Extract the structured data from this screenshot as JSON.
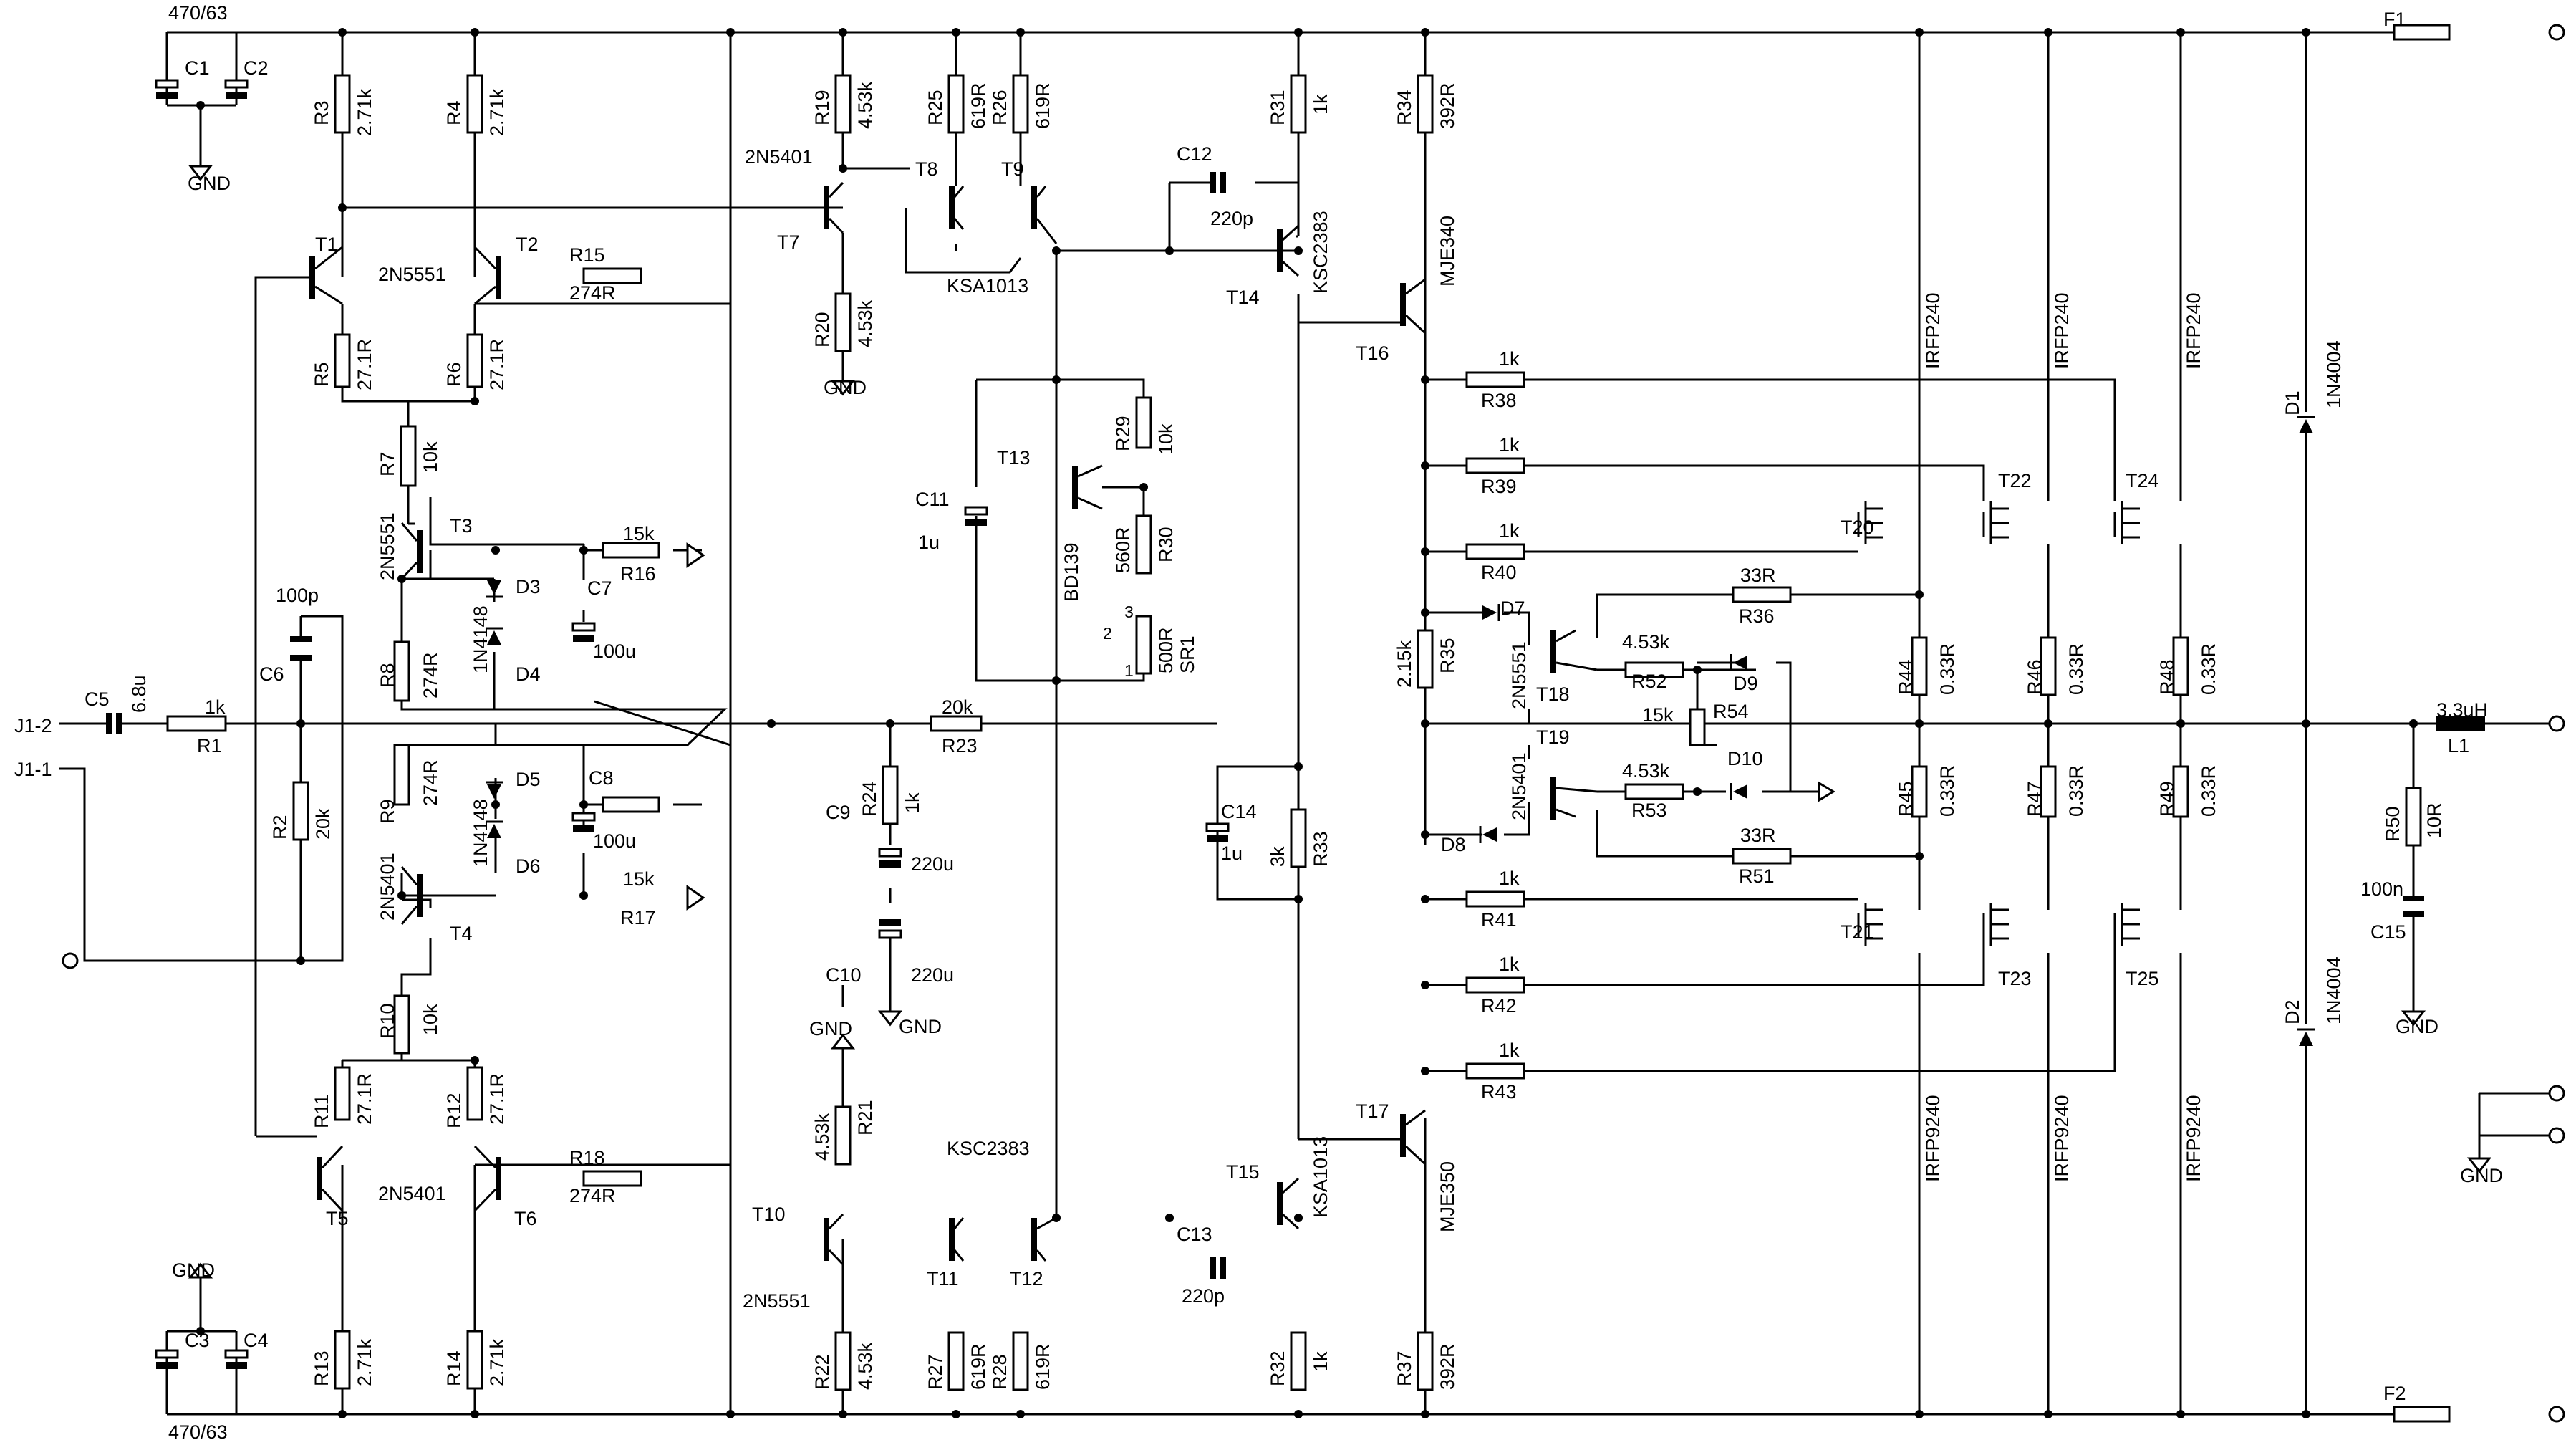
{
  "caps": {
    "supply_top": "470/63",
    "supply_bot": "470/63"
  },
  "labels": {
    "gnd": "GND",
    "j12": "J1-2",
    "j11": "J1-1",
    "f1": "F1",
    "f2": "F2",
    "l1": "L1",
    "l1v": "3.3uH",
    "c1": "C1",
    "c2": "C2",
    "c3": "C3",
    "c4": "C4",
    "c5": "C5",
    "c5v": "6.8u",
    "c6": "C6",
    "c6v": "100p",
    "c7": "C7",
    "c7v": "100u",
    "c8": "C8",
    "c8v": "100u",
    "c9": "C9",
    "c9v": "220u",
    "c10": "C10",
    "c10v": "220u",
    "c11": "C11",
    "c11v": "1u",
    "c12": "C12",
    "c12v": "220p",
    "c13": "C13",
    "c13v": "220p",
    "c14": "C14",
    "c14v": "1u",
    "c15": "C15",
    "c15v": "100n",
    "r1": "R1",
    "r1v": "1k",
    "r2": "R2",
    "r2v": "20k",
    "r3": "R3",
    "r3v": "2.71k",
    "r4": "R4",
    "r4v": "2.71k",
    "r5": "R5",
    "r5v": "27.1R",
    "r6": "R6",
    "r6v": "27.1R",
    "r7": "R7",
    "r7v": "10k",
    "r8": "R8",
    "r8v": "274R",
    "r9": "R9",
    "r9v": "274R",
    "r10": "R10",
    "r10v": "10k",
    "r11": "R11",
    "r11v": "27.1R",
    "r12": "R12",
    "r12v": "27.1R",
    "r13": "R13",
    "r13v": "2.71k",
    "r14": "R14",
    "r14v": "2.71k",
    "r15": "R15",
    "r15v": "274R",
    "r16": "R16",
    "r16v": "15k",
    "r17": "R17",
    "r17v": "15k",
    "r18": "R18",
    "r18v": "274R",
    "r19": "R19",
    "r19v": "4.53k",
    "r20": "R20",
    "r20v": "4.53k",
    "r21": "R21",
    "r21v": "4.53k",
    "r22": "R22",
    "r22v": "4.53k",
    "r23": "R23",
    "r23v": "20k",
    "r24": "R24",
    "r24v": "1k",
    "r25": "R25",
    "r25v": "619R",
    "r26": "R26",
    "r26v": "619R",
    "r27": "R27",
    "r27v": "619R",
    "r28": "R28",
    "r28v": "619R",
    "r29": "R29",
    "r29v": "10k",
    "r30": "R30",
    "r30v": "560R",
    "r31": "R31",
    "r31v": "1k",
    "r32": "R32",
    "r32v": "1k",
    "r33": "R33",
    "r33v": "3k",
    "r34": "R34",
    "r34v": "392R",
    "r35": "R35",
    "r35v": "2.15k",
    "r36": "R36",
    "r36v": "33R",
    "r37": "R37",
    "r37v": "392R",
    "r38": "R38",
    "r38v": "1k",
    "r39": "R39",
    "r39v": "1k",
    "r40": "R40",
    "r40v": "1k",
    "r41": "R41",
    "r41v": "1k",
    "r42": "R42",
    "r42v": "1k",
    "r43": "R43",
    "r43v": "1k",
    "r44": "R44",
    "r44v": "0.33R",
    "r45": "R45",
    "r45v": "0.33R",
    "r46": "R46",
    "r46v": "0.33R",
    "r47": "R47",
    "r47v": "0.33R",
    "r48": "R48",
    "r48v": "0.33R",
    "r49": "R49",
    "r49v": "0.33R",
    "r50": "R50",
    "r50v": "10R",
    "r51": "R51",
    "r51v": "33R",
    "r52": "R52",
    "r52v": "4.53k",
    "r53": "R53",
    "r53v": "4.53k",
    "r54": "R54",
    "r54v": "15k",
    "sr1": "SR1",
    "sr1v": "500R",
    "p1": "1",
    "p2": "2",
    "p3": "3",
    "d1": "D1",
    "d1v": "1N4004",
    "d2": "D2",
    "d2v": "1N4004",
    "d3": "D3",
    "d4": "D4",
    "d34v": "1N4148",
    "d5": "D5",
    "d6": "D6",
    "d56v": "1N4148",
    "d7": "D7",
    "d8": "D8",
    "d9": "D9",
    "d10": "D10",
    "t1": "T1",
    "t2": "T2",
    "t12v": "2N5551",
    "t3": "T3",
    "t3v": "2N5551",
    "t4": "T4",
    "t4v": "2N5401",
    "t5": "T5",
    "t6": "T6",
    "t56v": "2N5401",
    "t7": "T7",
    "t7v": "2N5401",
    "t8": "T8",
    "t9": "T9",
    "t89v": "KSA1013",
    "t10": "T10",
    "t10v": "2N5551",
    "t11": "T11",
    "t12": "T12",
    "t1112v": "KSC2383",
    "t13": "T13",
    "t13v": "BD139",
    "t14": "T14",
    "t14v": "KSC2383",
    "t15": "T15",
    "t15v": "KSA1013",
    "t16": "T16",
    "t16v": "MJE340",
    "t17": "T17",
    "t17v": "MJE350",
    "t18": "T18",
    "t18v": "2N5551",
    "t19": "T19",
    "t19v": "2N5401",
    "t20": "T20",
    "t22": "T22",
    "t24": "T24",
    "nmos": "IRFP240",
    "t21": "T21",
    "t23": "T23",
    "t25": "T25",
    "pmos": "IRFP9240"
  }
}
